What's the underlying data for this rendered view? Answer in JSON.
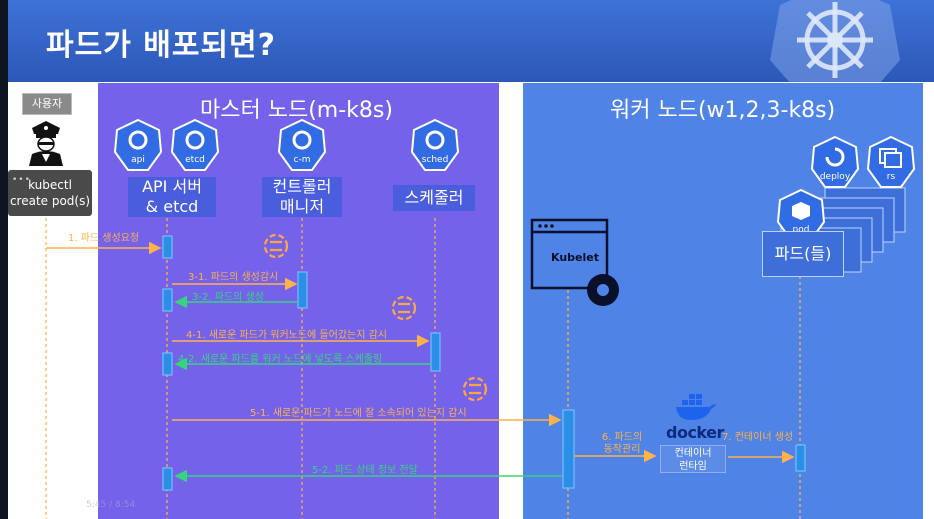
{
  "title": "파드가 배포되면?",
  "master": {
    "title": "마스터 노드(m-k8s)"
  },
  "worker": {
    "title": "워커 노드(w1,2,3-k8s)"
  },
  "user": {
    "tag": "사용자",
    "cmd_line1": "kubectl",
    "cmd_line2": "create pod(s)"
  },
  "components": {
    "api_icon": "api",
    "etcd_icon": "etcd",
    "cm_icon": "c-m",
    "sched_icon": "sched",
    "api_line1": "API 서버",
    "api_line2": "& etcd",
    "cm_line1": "컨트롤러",
    "cm_line2": "매니저",
    "sched_label": "스케줄러",
    "kubelet": "Kubelet",
    "deploy_icon": "deploy",
    "rs_icon": "rs",
    "pod_icon": "pod",
    "pods_label": "파드(들)",
    "docker": "docker",
    "runtime_line1": "컨테이너",
    "runtime_line2": "런타임"
  },
  "steps": {
    "s1": "1. 파드 생성요청",
    "s31": "3-1. 파드의 생성감시",
    "s32": "3-2. 파드의 생성",
    "s41": "4-1. 새로운 파드가 워커노드에 들어갔는지 감시",
    "s42": "4-2. 새로운 파드를 워커 노드에 넣도록 스케줄링",
    "s51": "5-1. 새로운 파드가 노드에 잘 소속되어 있는지 감시",
    "s52": "5-2. 파드 상태 정보 전달",
    "s6_line1": "6. 파드의",
    "s6_line2": "동작관리",
    "s7": "7. 컨테이너 생성"
  },
  "player": {
    "time": "5:45 / 8:54"
  },
  "colors": {
    "watch": "#ffb14a",
    "action": "#35d57c",
    "master_bg": "#7463ea",
    "worker_bg": "#4f84e6",
    "title_bg": "#2f5fc4"
  }
}
